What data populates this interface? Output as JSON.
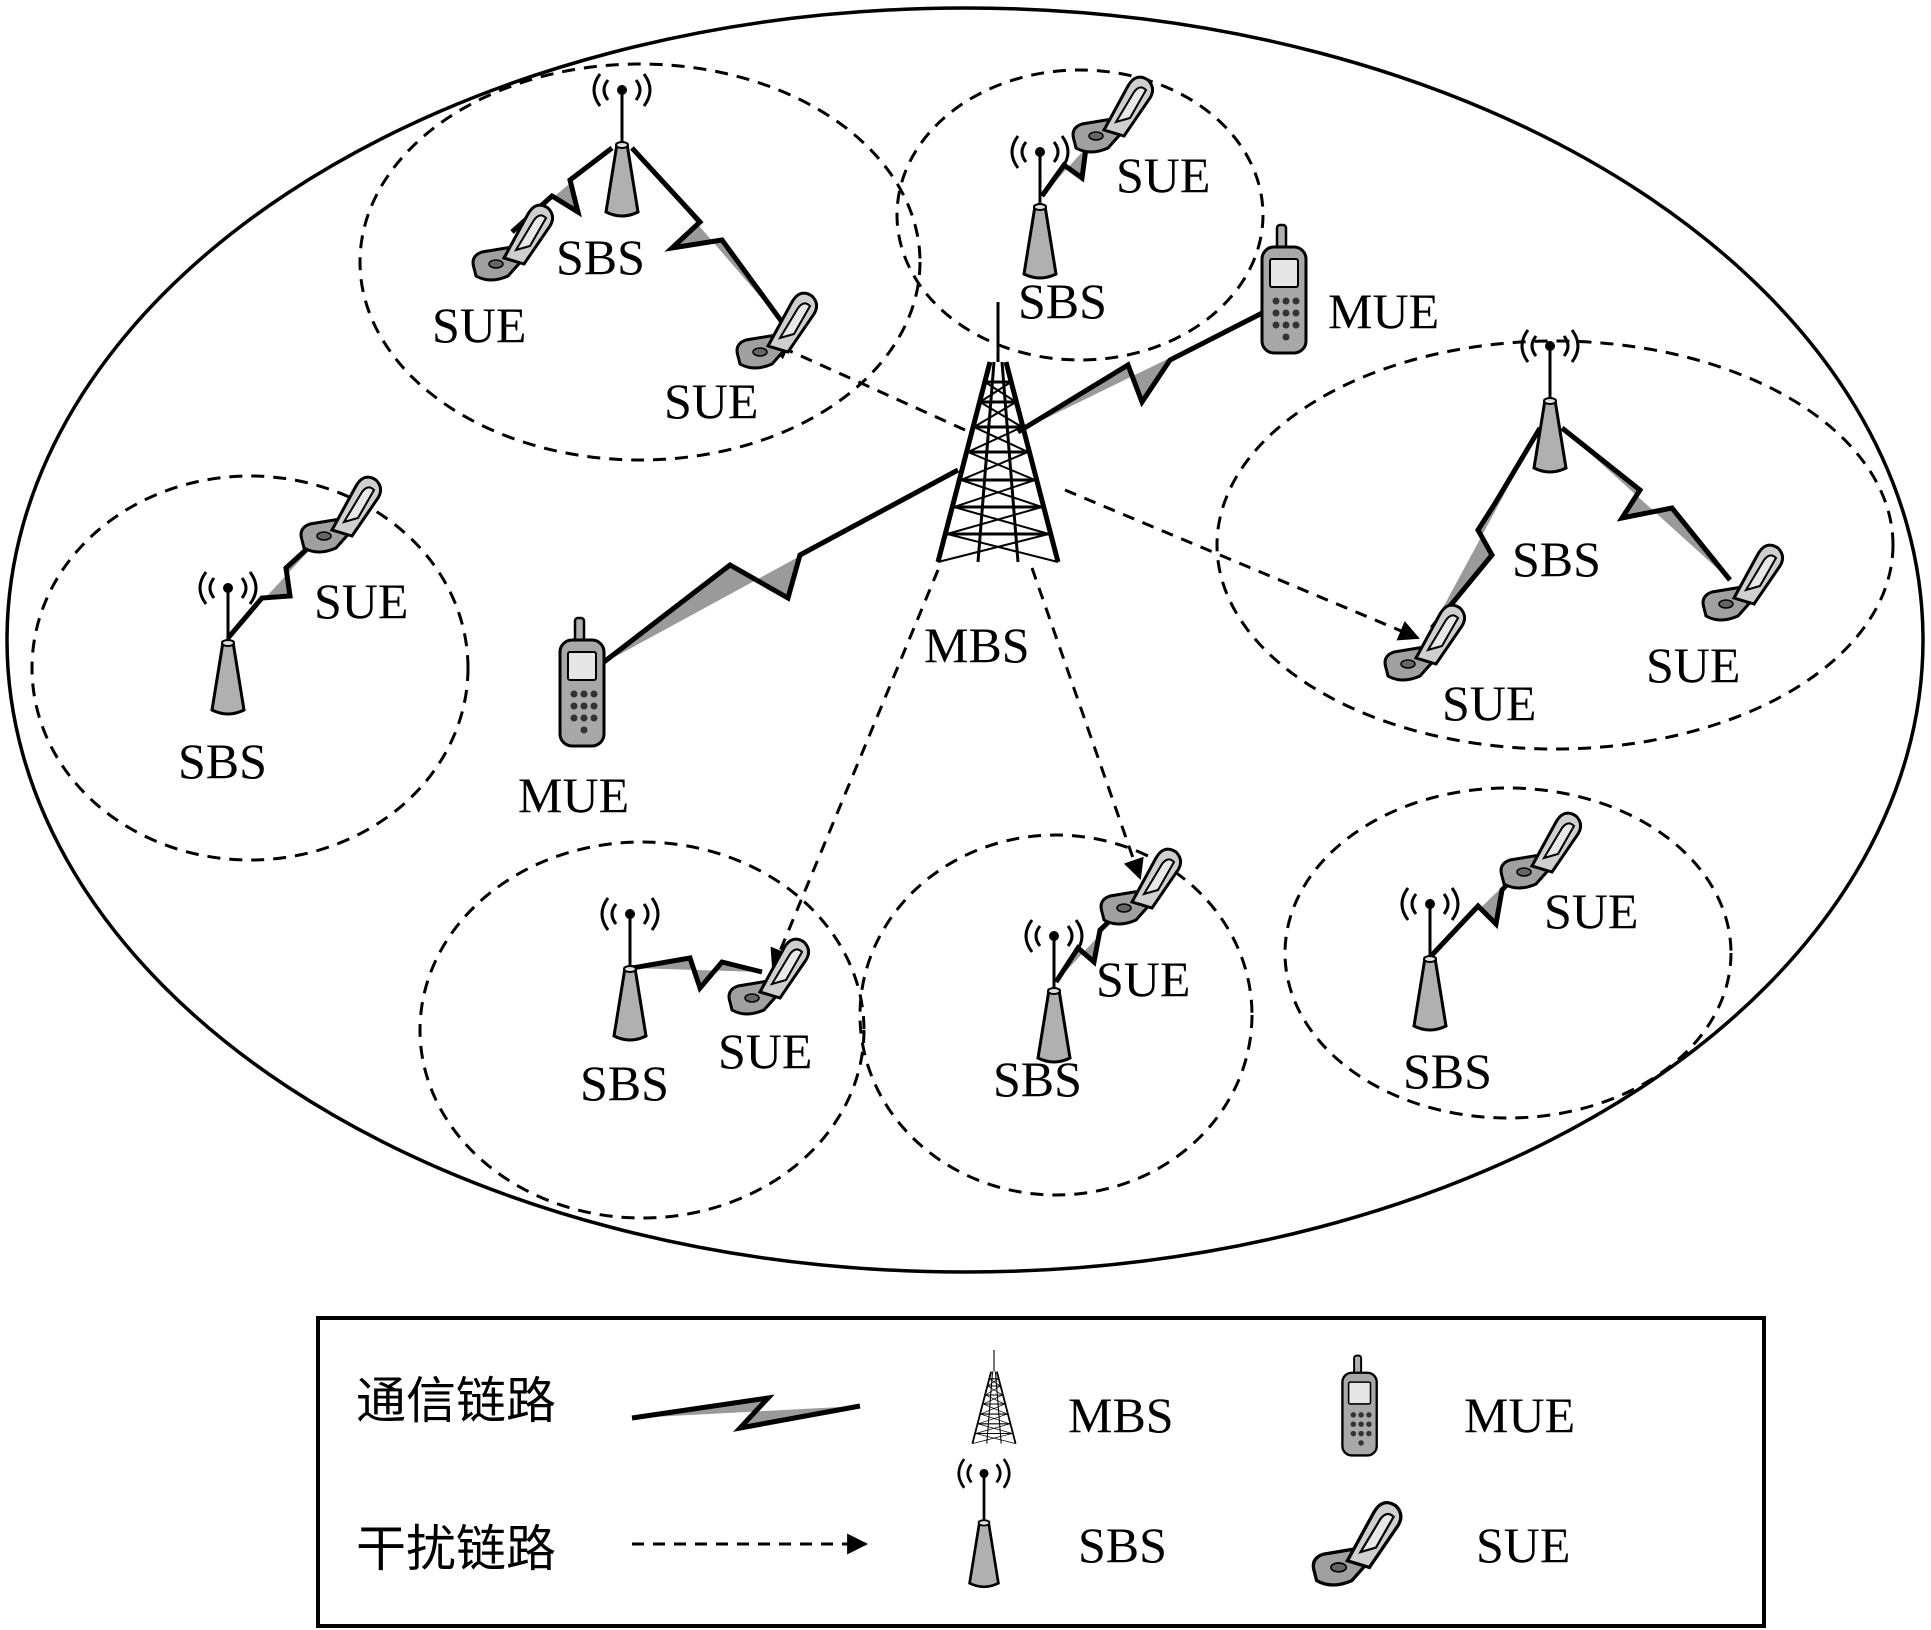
{
  "labels": {
    "mbs": "MBS",
    "mue": "MUE",
    "sbs": "SBS",
    "sue": "SUE"
  },
  "legend": {
    "communication_link": "通信链路",
    "interference_link": "干扰链路",
    "mbs": "MBS",
    "mue": "MUE",
    "sbs": "SBS",
    "sue": "SUE"
  },
  "colors": {
    "stroke": "#000000",
    "device_fill": "#a8a8a8",
    "device_light": "#d9d9d9",
    "bolt_fill": "#9a9a9a"
  }
}
